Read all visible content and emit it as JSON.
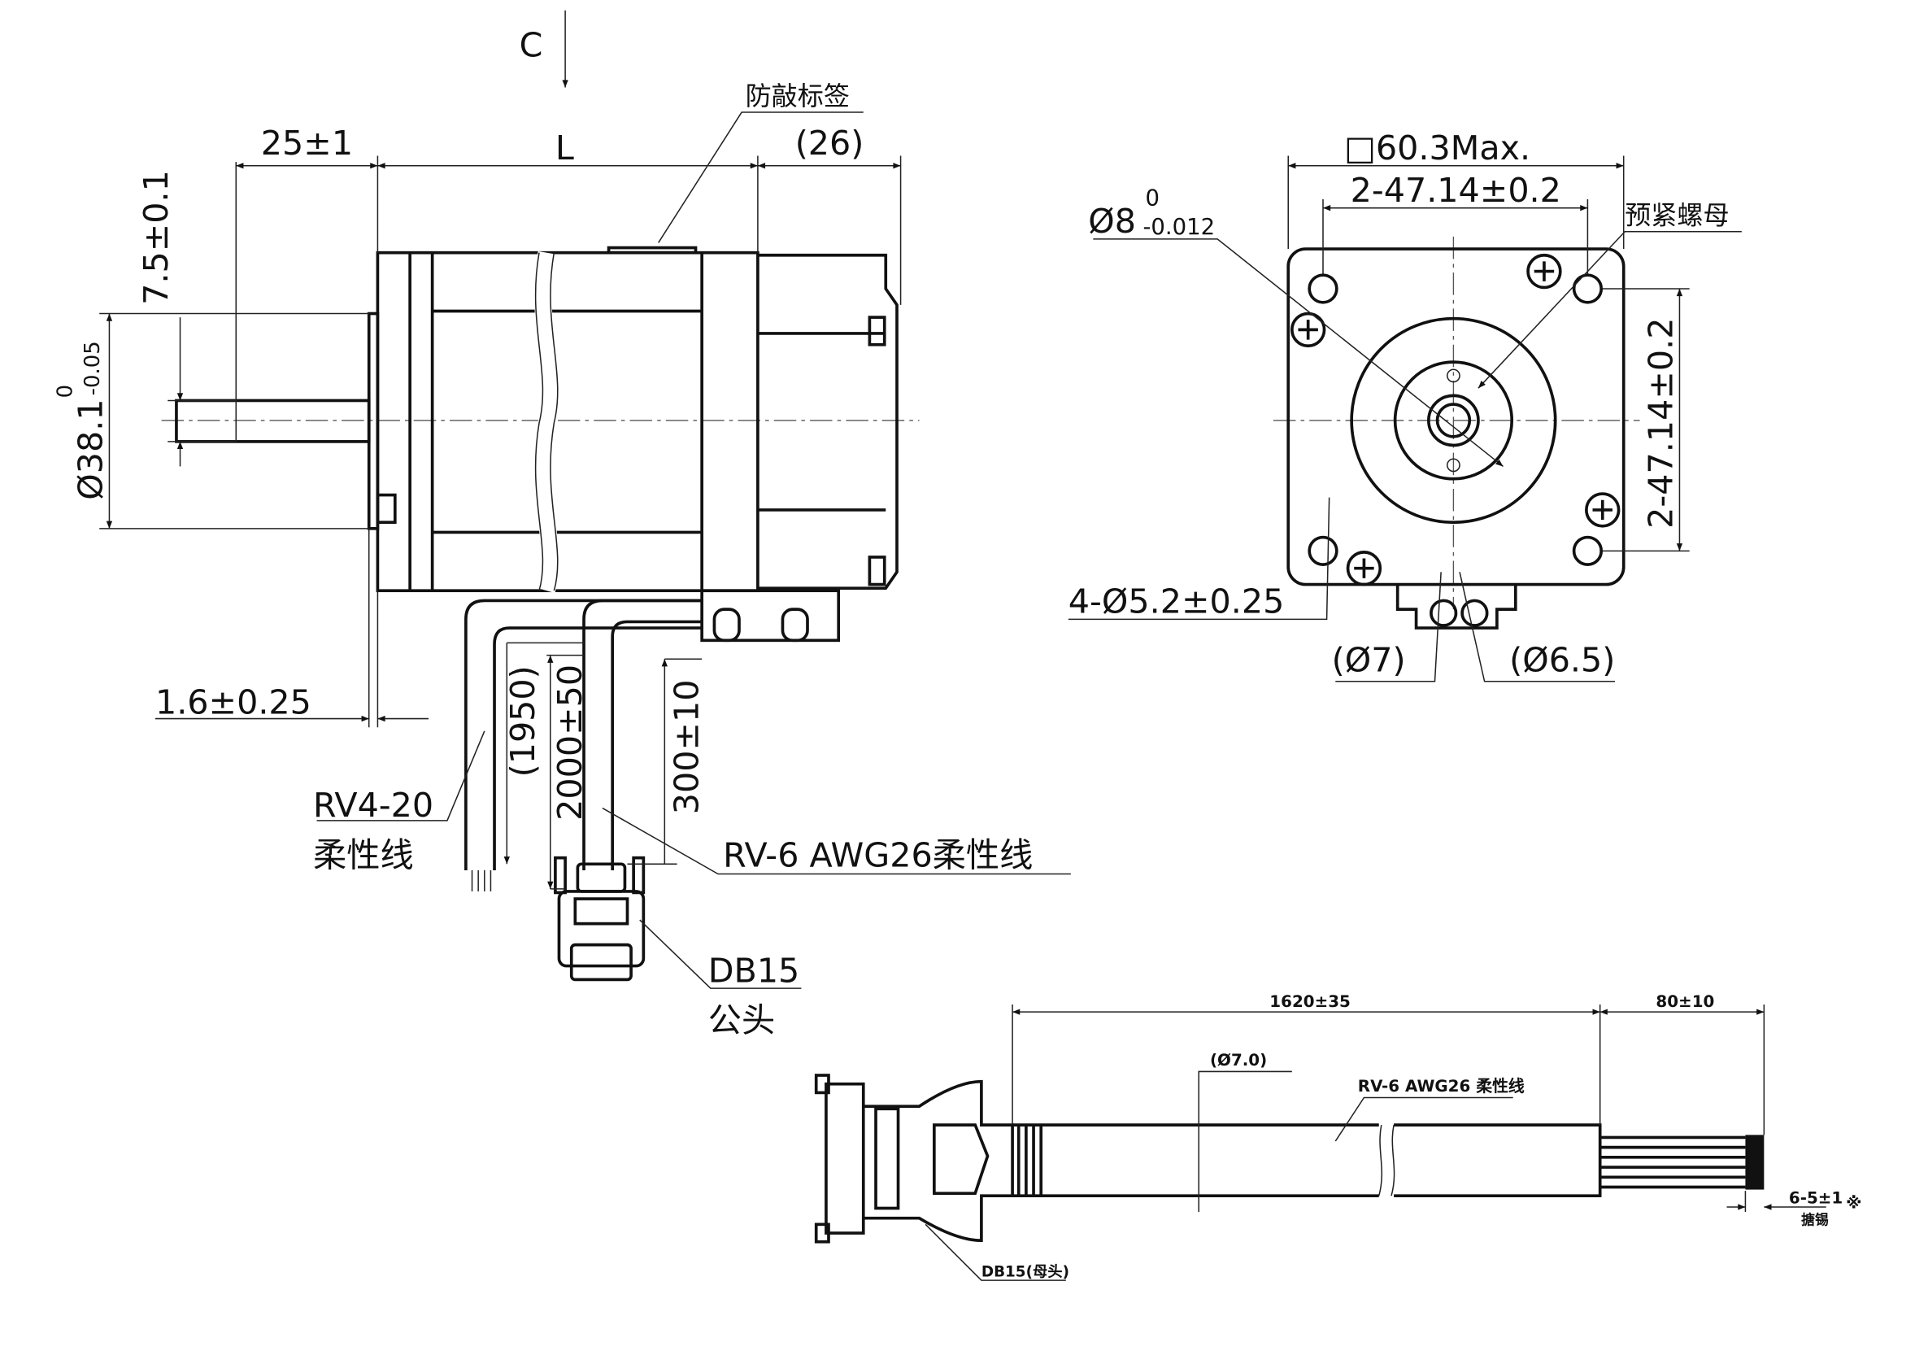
{
  "side_view": {
    "view_marker": "C",
    "anti_knock_label": "防敲标签",
    "dim_shaft_length": "25±1",
    "dim_body_length": "L",
    "dim_encoder_length": "(26)",
    "dim_key_depth": "7.5±0.1",
    "dim_pilot_diameter": "Ø38.1",
    "dim_pilot_tol_upper": "0",
    "dim_pilot_tol_lower": "-0.05",
    "dim_flange_thickness": "1.6±0.25",
    "cable_power_label": "RV4-20",
    "cable_power_sub": "柔性线",
    "dim_cable_1950": "(1950)",
    "dim_cable_2000": "2000±50",
    "dim_cable_300": "300±10",
    "cable_encoder_label": "RV-6 AWG26柔性线",
    "connector_label": "DB15",
    "connector_sub": "公头"
  },
  "front_view": {
    "dim_square": "□60.3Max.",
    "dim_hole_pitch_h": "2-47.14±0.2",
    "dim_shaft_dia": "Ø8",
    "dim_shaft_tol_upper": "0",
    "dim_shaft_tol_lower": "-0.012",
    "preload_nut_label": "预紧螺母",
    "dim_hole_pitch_v": "2-47.14±0.2",
    "dim_holes": "4-Ø5.2±0.25",
    "dim_cable_a": "(Ø7)",
    "dim_cable_b": "(Ø6.5)"
  },
  "cable_view": {
    "dim_cable_length": "1620±35",
    "dim_stripped": "80±10",
    "dim_cable_dia": "(Ø7.0)",
    "cable_label": "RV-6 AWG26 柔性线",
    "dim_tinned": "6-5±1",
    "note_mark": "※",
    "tinned_label": "搪锡",
    "connector_label": "DB15(母头)"
  }
}
